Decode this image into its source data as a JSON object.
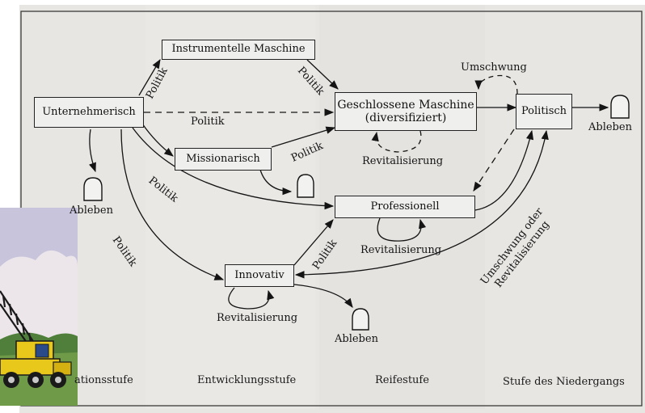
{
  "nodes": {
    "unternehmerisch": "Unternehmerisch",
    "instrumentelle_maschine": "Instrumentelle Maschine",
    "geschlossene_maschine_line1": "Geschlossene Maschine",
    "geschlossene_maschine_line2": "(diversifiziert)",
    "missionarisch": "Missionarisch",
    "politisch": "Politisch",
    "professionell": "Professionell",
    "innovativ": "Innovativ"
  },
  "labels": {
    "politik": "Politik",
    "umschwung": "Umschwung",
    "revitalisierung": "Revitalisierung",
    "ableben": "Ableben",
    "umschwung_oder_line1": "Umschwung oder",
    "umschwung_oder_line2": "Revitalisierung"
  },
  "stages": {
    "formation_partial": "ationsstufe",
    "entwicklung": "Entwicklungsstufe",
    "reife": "Reifestufe",
    "niedergang": "Stufe des Niedergangs"
  },
  "colors": {
    "background": "#e7e6e3",
    "frame": "#3a3a3a",
    "box_fill": "#efefed",
    "ink": "#141414",
    "clipart_sky": "#c8c4dc",
    "clipart_crane": "#e8c81a"
  },
  "icons": [
    "tombstone-icon",
    "crane-clipart"
  ]
}
